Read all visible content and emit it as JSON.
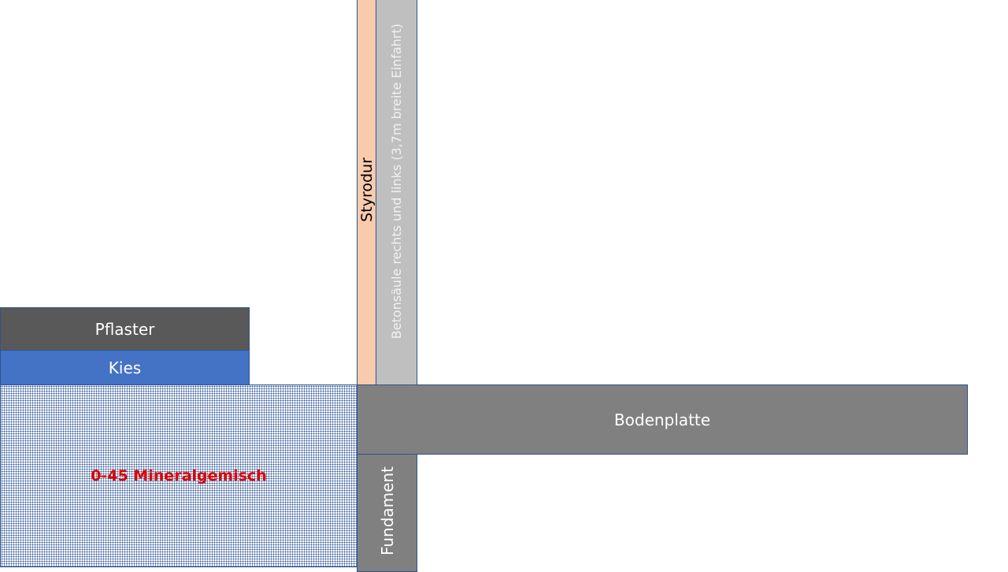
{
  "layers": {
    "pflaster": "Pflaster",
    "kies": "Kies",
    "mineral": "0-45 Mineralgemisch",
    "styrodur": "Styrodur",
    "betonsaeule": "Betonsäule  rechts und links (3,7m breite Einfahrt)",
    "bodenplatte": "Bodenplatte",
    "fundament": "Fundament"
  },
  "colors": {
    "pflaster": "#595959",
    "kies": "#4472c4",
    "styrodur": "#f8cbad",
    "betonsaeule": "#bfbfbf",
    "bodenplatte": "#808080",
    "mineral_label": "#e00000"
  }
}
